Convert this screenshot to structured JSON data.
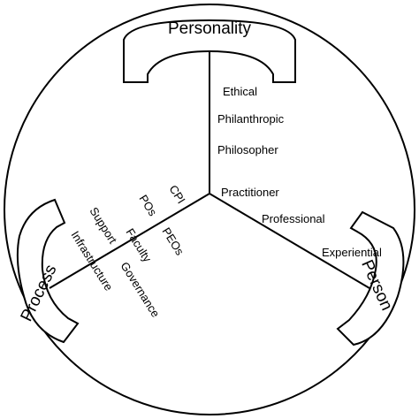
{
  "headers": {
    "personality": "Personality",
    "person": "Person",
    "process": "Process"
  },
  "personality_items": [
    "Ethical",
    "Philanthropic",
    "Philosopher"
  ],
  "person_items": [
    "Practitioner",
    "Professional",
    "Experiential"
  ],
  "process_items": {
    "outer": [
      "CPI",
      "POs",
      "Faculty",
      "Support",
      "Infrastructure"
    ],
    "inner": [
      "PEOs",
      "Governance"
    ]
  }
}
